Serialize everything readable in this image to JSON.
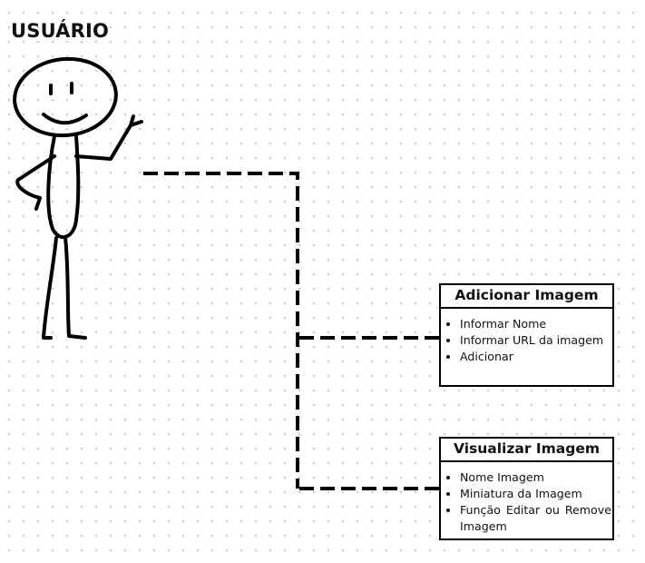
{
  "title": "USUÁRIO",
  "actor": {
    "icon": "stick-figure-icon"
  },
  "boxes": [
    {
      "title": "Adicionar Imagem",
      "items": [
        "Informar Nome",
        "Informar URL da imagem",
        "Adicionar"
      ]
    },
    {
      "title": "Visualizar Imagem",
      "items": [
        "Nome Imagem",
        "Miniatura da Imagem",
        "Função Editar ou Remover",
        "Imagem"
      ]
    }
  ],
  "connector": {
    "style": "dashed",
    "color": "#000000"
  }
}
